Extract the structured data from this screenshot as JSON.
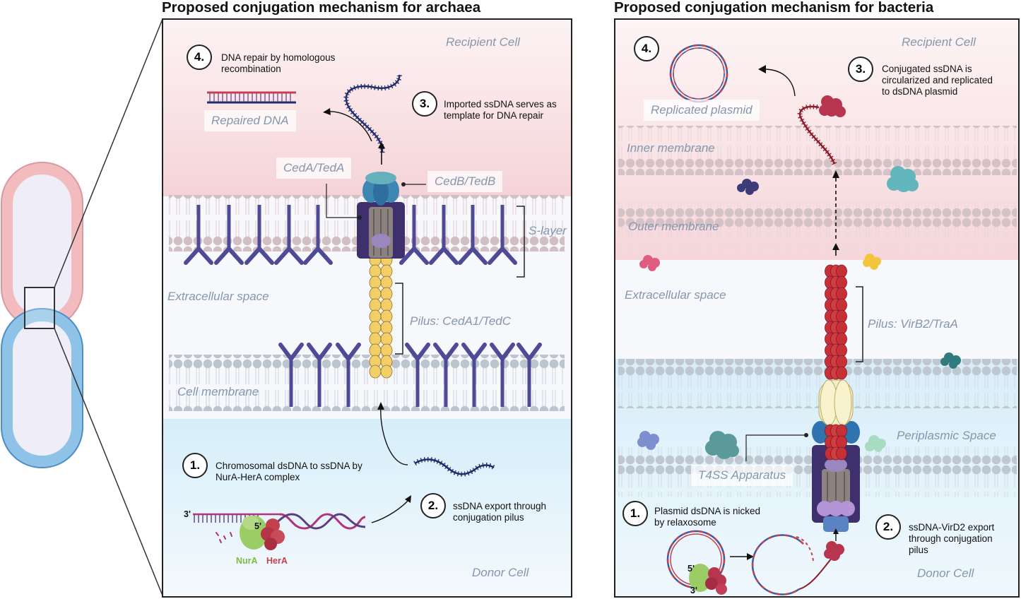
{
  "titles": {
    "archaea": "Proposed conjugation mechanism for archaea",
    "bacteria": "Proposed conjugation mechanism for bacteria"
  },
  "archaea": {
    "recipient_cell": "Recipient Cell",
    "donor_cell": "Donor Cell",
    "ceda_teda": "CedA/TedA",
    "cedb_tedb": "CedB/TedB",
    "s_layer": "S-layer",
    "extracellular_space": "Extracellular space",
    "pilus": "Pilus: CedA1/TedC",
    "cell_membrane": "Cell membrane",
    "repaired_dna": "Repaired DNA",
    "nura": "NurA",
    "hera": "HerA",
    "three_prime": "3'",
    "five_prime": "5'",
    "steps": [
      {
        "num": "1.",
        "text": "Chromosomal dsDNA to ssDNA by NurA-HerA complex"
      },
      {
        "num": "2.",
        "text": "ssDNA export through conjugation pilus"
      },
      {
        "num": "3.",
        "text": "Imported ssDNA serves as template for DNA repair"
      },
      {
        "num": "4.",
        "text": "DNA repair by homologous recombination"
      }
    ]
  },
  "bacteria": {
    "recipient_cell": "Recipient Cell",
    "donor_cell": "Donor Cell",
    "replicated_plasmid": "Replicated plasmid",
    "inner_membrane": "Inner membrane",
    "outer_membrane": "Outer membrane",
    "extracellular_space": "Extracellular space",
    "pilus": "Pilus: VirB2/TraA",
    "periplasmic_space": "Periplasmic Space",
    "t4ss": "T4SS Apparatus",
    "five_prime": "5'",
    "three_prime": "3'",
    "steps": [
      {
        "num": "1.",
        "text": "Plasmid dsDNA  is nicked by relaxosome"
      },
      {
        "num": "2.",
        "text": "ssDNA-VirD2 export through conjugation pilus"
      },
      {
        "num": "3.",
        "text": "Conjugated ssDNA is circularized and replicated to dsDNA plasmid"
      },
      {
        "num": "4.",
        "text": ""
      }
    ]
  },
  "colors": {
    "recipient_tint": "#f7dde0",
    "donor_tint": "#e1f1fa",
    "lipid": "#c9b7bc",
    "lipid_blue": "#b9c3ce",
    "slayer": "#4f4a96",
    "pilus_archaea": "#f3cf6a",
    "pilus_bacteria": "#c63138",
    "nura": "#9ccc65",
    "hera": "#c4404f",
    "vird2": "#b83550"
  }
}
